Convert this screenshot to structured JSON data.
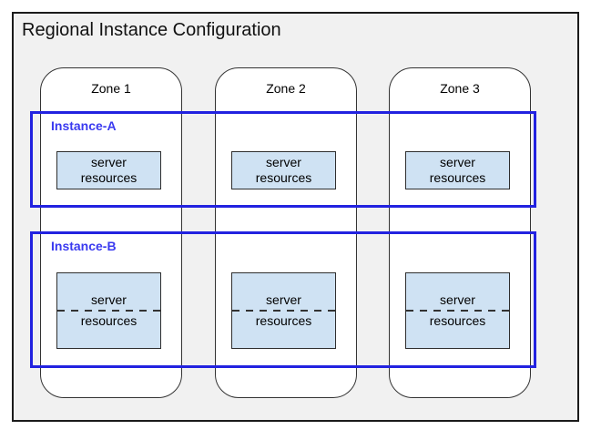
{
  "title": "Regional Instance Configuration",
  "zones": [
    {
      "label": "Zone 1"
    },
    {
      "label": "Zone 2"
    },
    {
      "label": "Zone 3"
    }
  ],
  "instances": [
    {
      "label": "Instance-A"
    },
    {
      "label": "Instance-B"
    }
  ],
  "server_box": {
    "line1": "server",
    "line2": "resources"
  },
  "colors": {
    "region_fill": "#f1f1f1",
    "region_border": "#1b1b1b",
    "zone_fill": "#ffffff",
    "zone_border": "#333333",
    "instance_border": "#2222e0",
    "instance_label_text": "#3a3af0",
    "server_box_fill": "#cfe2f3",
    "server_box_border": "#2e2e2e",
    "text": "#000000"
  }
}
